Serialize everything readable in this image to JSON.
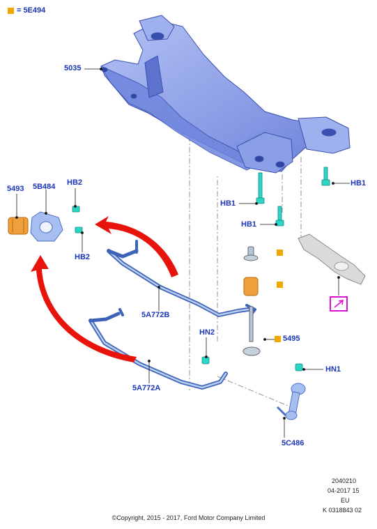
{
  "legend": {
    "swatch_color": "#f0a800",
    "text": "= 5E494"
  },
  "callouts": {
    "c5035": "5035",
    "c5493": "5493",
    "c5b484": "5B484",
    "hb2_top": "HB2",
    "hb2_bottom": "HB2",
    "hb1_right": "HB1",
    "hb1_mid": "HB1",
    "hb1_low": "HB1",
    "c5a772b": "5A772B",
    "c5a772a": "5A772A",
    "hn2": "HN2",
    "c5495": "5495",
    "hn1": "HN1",
    "c5c486": "5C486"
  },
  "footer": {
    "line1": "2040210",
    "line2": "04-2017 15",
    "line3": "EU",
    "line4": "K 0318843 02",
    "copyright": "©Copyright, 2015 - 2017, Ford Motor Company Limited"
  },
  "colors": {
    "frame": "#8a9fe6",
    "frame_dark": "#4d63c4",
    "fastener": "#2bd6c6",
    "bushing": "#f0a03a",
    "arrow": "#e8140c",
    "label": "#1a35b8",
    "highlight": "#e010d0"
  }
}
